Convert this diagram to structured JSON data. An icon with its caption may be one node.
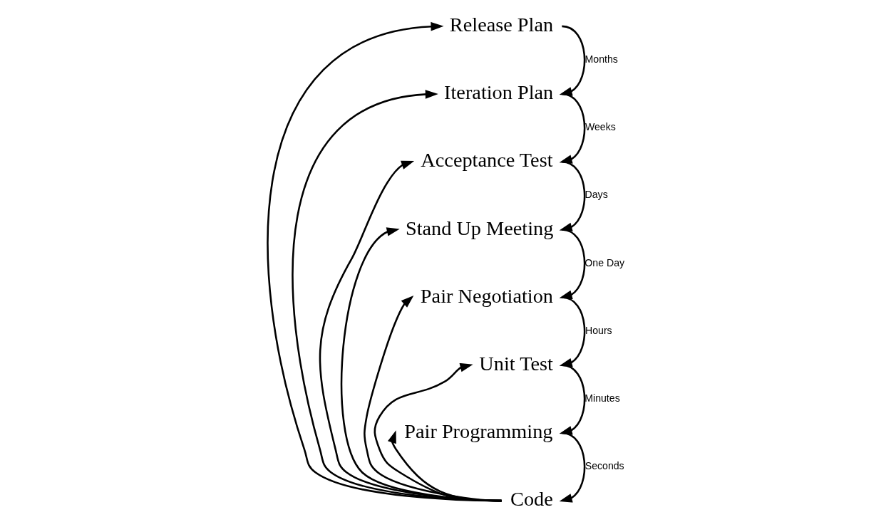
{
  "diagram": {
    "nodes": [
      {
        "text": [
          "Release Plan"
        ]
      },
      {
        "text": [
          "Iteration Plan"
        ]
      },
      {
        "text": [
          "Acceptance Test"
        ]
      },
      {
        "text": [
          "Stand Up Meeting"
        ]
      },
      {
        "text": [
          "Pair Negotiation"
        ]
      },
      {
        "text": [
          "Unit Test"
        ]
      },
      {
        "text": [
          "Pair Programming"
        ]
      },
      {
        "text": [
          "Code"
        ]
      }
    ],
    "edges": [
      {
        "from": 0,
        "to": 1,
        "arrow": "to",
        "label": "Months"
      },
      {
        "from": 1,
        "to": 2,
        "arrow": "to",
        "label": "Weeks"
      },
      {
        "from": 2,
        "to": 3,
        "arrow": "to",
        "label": "Days"
      },
      {
        "from": 3,
        "to": 4,
        "arrow": "to",
        "label": "One Day"
      },
      {
        "from": 4,
        "to": 5,
        "arrow": "to",
        "label": "Hours"
      },
      {
        "from": 5,
        "to": 6,
        "arrow": "to",
        "label": "Minutes"
      },
      {
        "from": 6,
        "to": 7,
        "arrow": "to",
        "label": "Seconds"
      },
      {
        "from": 7,
        "to": 0,
        "arrow": "to"
      },
      {
        "from": 7,
        "to": 1,
        "arrow": "to"
      },
      {
        "from": 7,
        "to": 2,
        "arrow": "to"
      },
      {
        "from": 7,
        "to": 3,
        "arrow": "to"
      },
      {
        "from": 7,
        "to": 4,
        "arrow": "to"
      },
      {
        "from": 7,
        "to": 5,
        "arrow": "to"
      },
      {
        "from": 7,
        "to": 6,
        "arrow": "to"
      }
    ]
  }
}
